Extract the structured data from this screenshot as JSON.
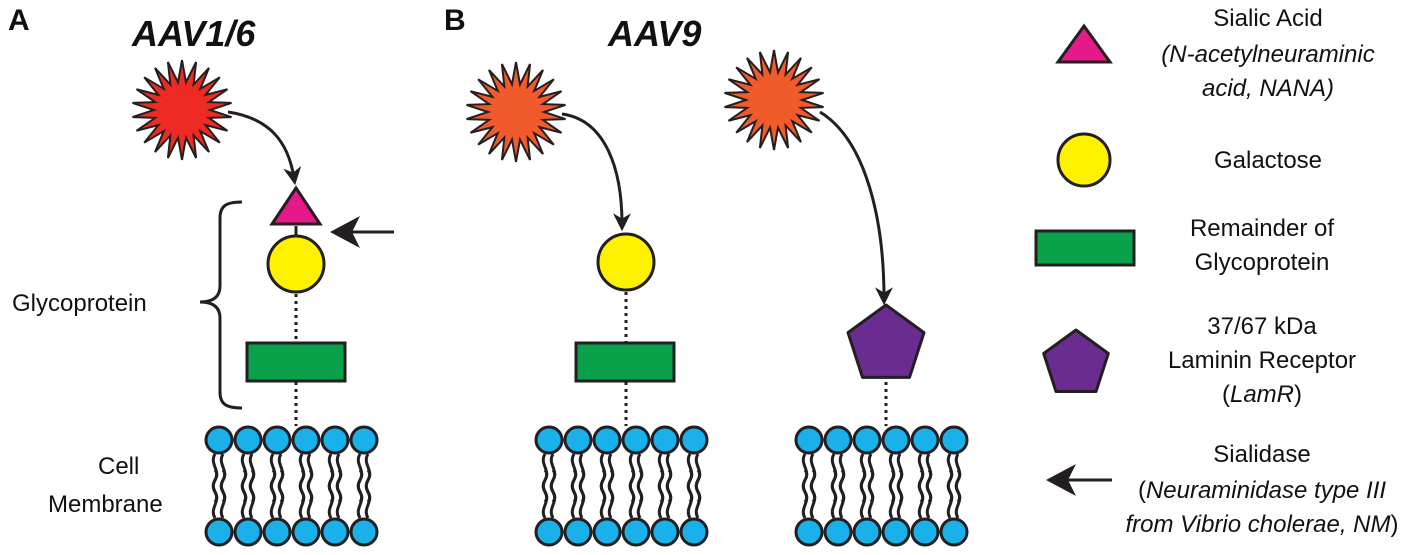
{
  "panels": [
    {
      "letter": "A",
      "title": "AAV1/6"
    },
    {
      "letter": "B",
      "title": "AAV9"
    }
  ],
  "labels": {
    "glycoprotein": "Glycoprotein",
    "cell_membrane_line1": "Cell",
    "cell_membrane_line2": "Membrane"
  },
  "legend": {
    "sialic_acid": {
      "line1": "Sialic Acid",
      "line2": "(N-acetylneuraminic",
      "line3": "acid, NANA)"
    },
    "galactose": {
      "line1": "Galactose"
    },
    "remainder": {
      "line1": "Remainder of",
      "line2": "Glycoprotein"
    },
    "lamr": {
      "line1": "37/67 kDa",
      "line2": "Laminin Receptor",
      "line3_open": "(",
      "line3_italic": "LamR",
      "line3_close": ")"
    },
    "sialidase": {
      "line1": "Sialidase",
      "line2_open": "(",
      "line2_italic": "Neuraminidase type III",
      "line3_italic": "from Vibrio cholerae, NM",
      "line3_close": ")"
    }
  },
  "colors": {
    "sialic_acid": "#e5198a",
    "galactose": "#fff200",
    "glycoprotein": "#0aa14b",
    "lamr": "#6a2c91",
    "lipid_head": "#1ab0ea",
    "virus_a": "#ee2a24",
    "virus_b": "#f15a2b",
    "outline": "#231f20"
  },
  "icons": [
    "virus-starburst-icon",
    "sialic-acid-triangle-icon",
    "galactose-circle-icon",
    "glycoprotein-rectangle-icon",
    "laminin-receptor-pentagon-icon",
    "sialidase-arrow-icon",
    "lipid-bilayer-icon"
  ]
}
